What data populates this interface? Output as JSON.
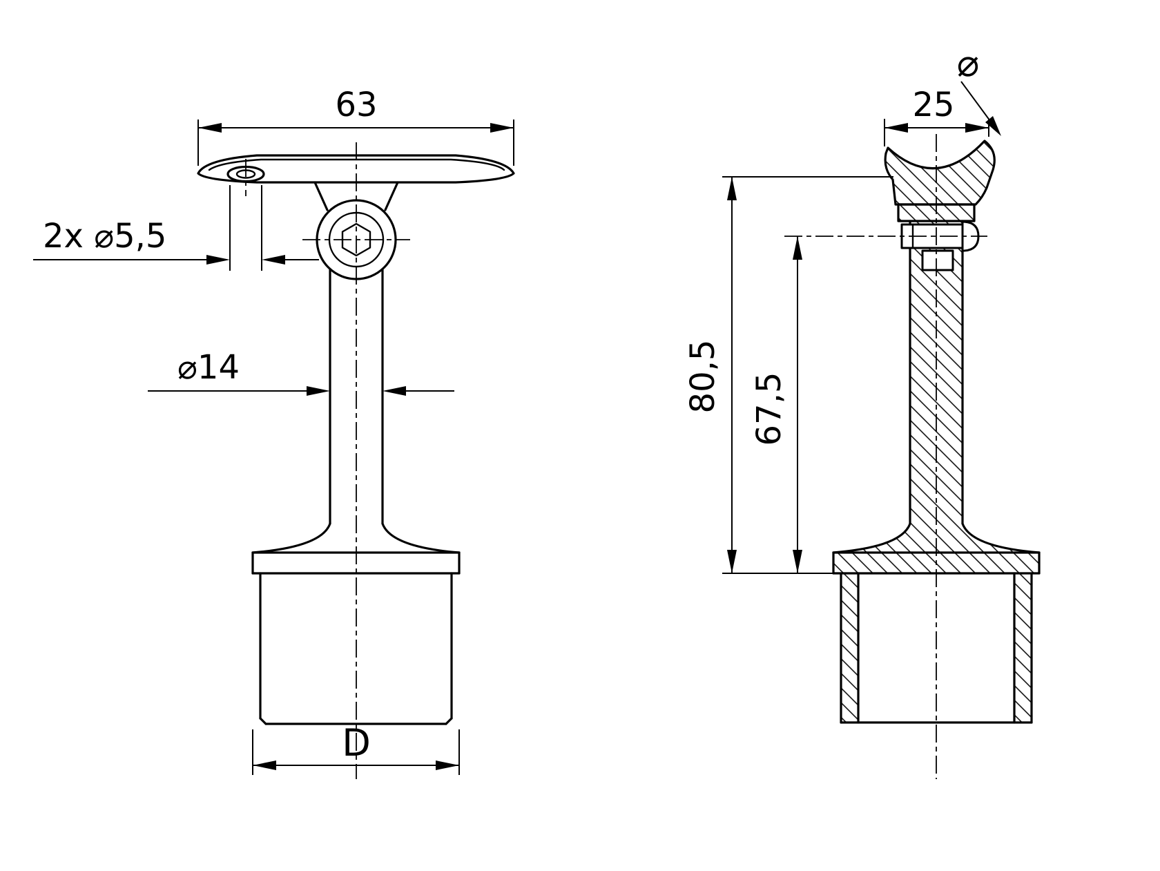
{
  "page": {
    "background_color": "#ffffff",
    "line_color": "#000000",
    "description": "Technical drawing of a handrail support bracket, front view and sectioned side view"
  },
  "drawing": {
    "front_view": {
      "dim_width": "63",
      "dim_hole": "2x ⌀5,5",
      "dim_stem": "⌀14",
      "dim_tube": "D"
    },
    "side_view": {
      "dim_saddle": "25",
      "dim_overall": "80,5",
      "dim_to_screw": "67,5",
      "radius_symbol": "⌀"
    }
  }
}
